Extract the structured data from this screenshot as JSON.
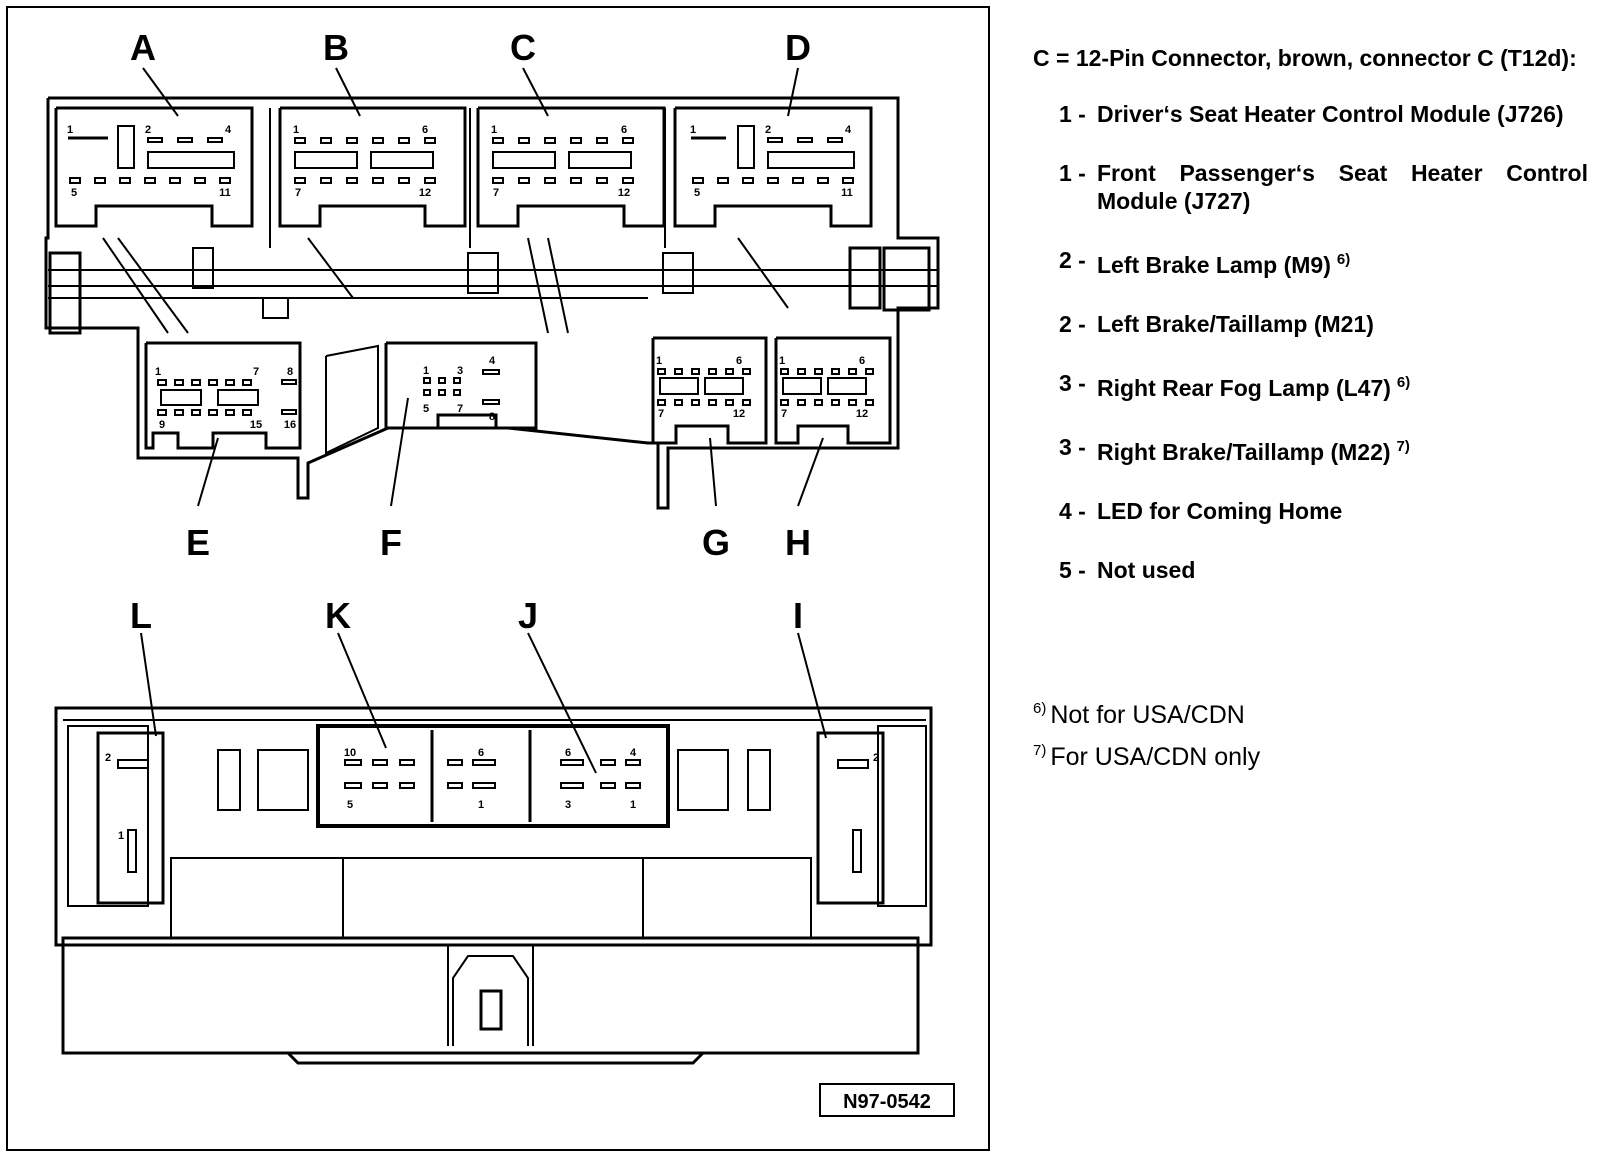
{
  "diagram": {
    "figure_id": "N97-0542",
    "letters": [
      "A",
      "B",
      "C",
      "D",
      "E",
      "F",
      "G",
      "H",
      "L",
      "K",
      "J",
      "I"
    ],
    "connectors": {
      "A": {
        "pins": [
          "1",
          "2",
          "4",
          "5",
          "11"
        ]
      },
      "B": {
        "pins": [
          "1",
          "6",
          "7",
          "12"
        ]
      },
      "C": {
        "pins": [
          "1",
          "6",
          "7",
          "12"
        ]
      },
      "D": {
        "pins": [
          "1",
          "2",
          "4",
          "5",
          "11"
        ]
      },
      "E": {
        "pins": [
          "1",
          "7",
          "8",
          "9",
          "15",
          "16"
        ]
      },
      "F": {
        "pins": [
          "1",
          "3",
          "4",
          "5",
          "7",
          "8"
        ]
      },
      "G": {
        "pins": [
          "1",
          "6",
          "7",
          "12"
        ]
      },
      "H": {
        "pins": [
          "1",
          "6",
          "7",
          "12"
        ]
      },
      "K": {
        "pins": [
          "10",
          "5",
          "6",
          "1"
        ]
      },
      "J": {
        "pins": [
          "6",
          "4",
          "3",
          "1"
        ]
      },
      "L": {
        "pins": [
          "2",
          "1"
        ]
      },
      "I": {
        "pins": [
          "2",
          "1"
        ]
      }
    }
  },
  "legend": {
    "title": "C = 12-Pin Connector, brown, connector C (T12d):",
    "items": [
      {
        "pin": "1 -",
        "text": "Driver‘s Seat Heater Control Module (J726)",
        "sup": ""
      },
      {
        "pin": "1 -",
        "text": "Front Passenger‘s Seat Heater Control Module (J727)",
        "sup": ""
      },
      {
        "pin": "2 -",
        "text": "Left Brake Lamp (M9)",
        "sup": "6)"
      },
      {
        "pin": "2 -",
        "text": "Left Brake/Taillamp (M21)",
        "sup": ""
      },
      {
        "pin": "3 -",
        "text": "Right Rear Fog Lamp (L47)",
        "sup": "6)"
      },
      {
        "pin": "3 -",
        "text": "Right Brake/Taillamp (M22)",
        "sup": "7)"
      },
      {
        "pin": "4 -",
        "text": "LED for Coming Home",
        "sup": ""
      },
      {
        "pin": "5 -",
        "text": "Not used",
        "sup": ""
      }
    ],
    "notes": [
      {
        "mark": "6)",
        "text": "Not for USA/CDN"
      },
      {
        "mark": "7)",
        "text": "For USA/CDN only"
      }
    ]
  }
}
